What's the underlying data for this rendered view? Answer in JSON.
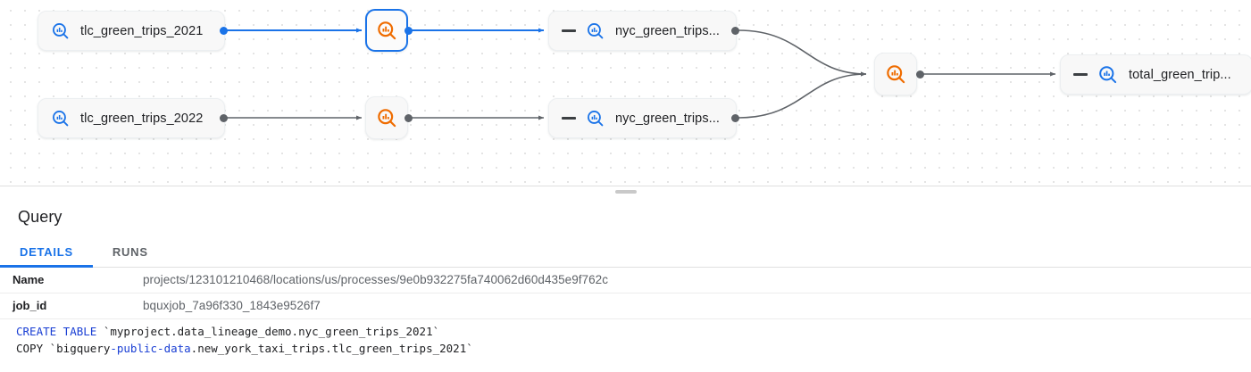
{
  "graph": {
    "nodes": [
      {
        "id": "tlc2021",
        "kind": "table",
        "label": "tlc_green_trips_2021",
        "icon": "table-search-icon-blue",
        "selected": false,
        "collapsible": false
      },
      {
        "id": "tlc2022",
        "kind": "table",
        "label": "tlc_green_trips_2022",
        "icon": "table-search-icon-blue",
        "selected": false,
        "collapsible": false
      },
      {
        "id": "proc2021",
        "kind": "process",
        "label": "",
        "icon": "process-search-icon-orange",
        "selected": true,
        "collapsible": false
      },
      {
        "id": "proc2022",
        "kind": "process",
        "label": "",
        "icon": "process-search-icon-orange",
        "selected": false,
        "collapsible": false
      },
      {
        "id": "nyc2021",
        "kind": "table",
        "label": "nyc_green_trips...",
        "icon": "table-search-icon-blue",
        "selected": false,
        "collapsible": true
      },
      {
        "id": "nyc2022",
        "kind": "table",
        "label": "nyc_green_trips...",
        "icon": "table-search-icon-blue",
        "selected": false,
        "collapsible": true
      },
      {
        "id": "procmerge",
        "kind": "process",
        "label": "",
        "icon": "process-search-icon-orange",
        "selected": false,
        "collapsible": false
      },
      {
        "id": "total",
        "kind": "table",
        "label": "total_green_trip...",
        "icon": "table-search-icon-blue",
        "selected": false,
        "collapsible": true
      }
    ],
    "edges": [
      {
        "from": "tlc2021",
        "to": "proc2021",
        "highlighted": true
      },
      {
        "from": "proc2021",
        "to": "nyc2021",
        "highlighted": true
      },
      {
        "from": "tlc2022",
        "to": "proc2022",
        "highlighted": false
      },
      {
        "from": "proc2022",
        "to": "nyc2022",
        "highlighted": false
      },
      {
        "from": "nyc2021",
        "to": "procmerge",
        "highlighted": false
      },
      {
        "from": "nyc2022",
        "to": "procmerge",
        "highlighted": false
      },
      {
        "from": "procmerge",
        "to": "total",
        "highlighted": false
      }
    ],
    "colors": {
      "edge_default": "#5f6368",
      "edge_highlight": "#1a73e8",
      "process_icon": "#ef6c00",
      "table_icon": "#1a73e8",
      "node_fill": "#f8f8f8"
    }
  },
  "splitter": {
    "handle": "drag-handle"
  },
  "panel": {
    "title": "Query",
    "tabs": [
      {
        "id": "details",
        "label": "DETAILS",
        "active": true
      },
      {
        "id": "runs",
        "label": "RUNS",
        "active": false
      }
    ],
    "details": [
      {
        "key": "Name",
        "value": "projects/123101210468/locations/us/processes/9e0b932275fa740062d60d435e9f762c"
      },
      {
        "key": "job_id",
        "value": "bquxjob_7a96f330_1843e9526f7"
      }
    ],
    "sql": {
      "line1_kw": "CREATE TABLE",
      "line1_rest": " `myproject.data_lineage_demo.nyc_green_trips_2021`",
      "line2_pre": "COPY `bigquery",
      "line2_kw": "-public-data",
      "line2_rest": ".new_york_taxi_trips.tlc_green_trips_2021`"
    }
  }
}
